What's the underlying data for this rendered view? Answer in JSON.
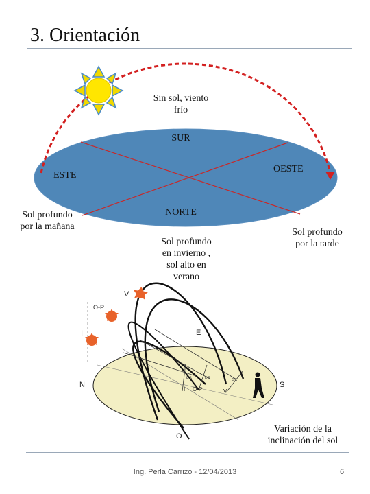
{
  "slide": {
    "title": "3. Orientación",
    "footer": "Ing. Perla Carrizo - 12/04/2013",
    "page_number": "6"
  },
  "orientation": {
    "sun_caption": "Sin sol,\nviento frío",
    "south": "SUR",
    "east": "ESTE",
    "west": "OESTE",
    "north": "NORTE",
    "east_caption": "Sol profundo\npor la mañana",
    "west_caption": "Sol profundo\npor la tarde",
    "north_caption": "Sol profundo\nen invierno ,\nsol alto en\nverano"
  },
  "inclination": {
    "labels": {
      "v": "V",
      "op": "O-P",
      "i": "I",
      "e": "E",
      "n": "N",
      "s": "S",
      "o": "O",
      "ps1": "PS",
      "ps2": "PS",
      "ps3": "PS",
      "i2": "I",
      "op2": "O-P",
      "v2": "V"
    },
    "caption": "Variación de la\ninclinación del sol"
  },
  "colors": {
    "ellipse": "#4f87b8",
    "sun": "#ffe600",
    "ray": "#f0d800",
    "arc": "#d32020",
    "red_star": "#e8622a"
  }
}
